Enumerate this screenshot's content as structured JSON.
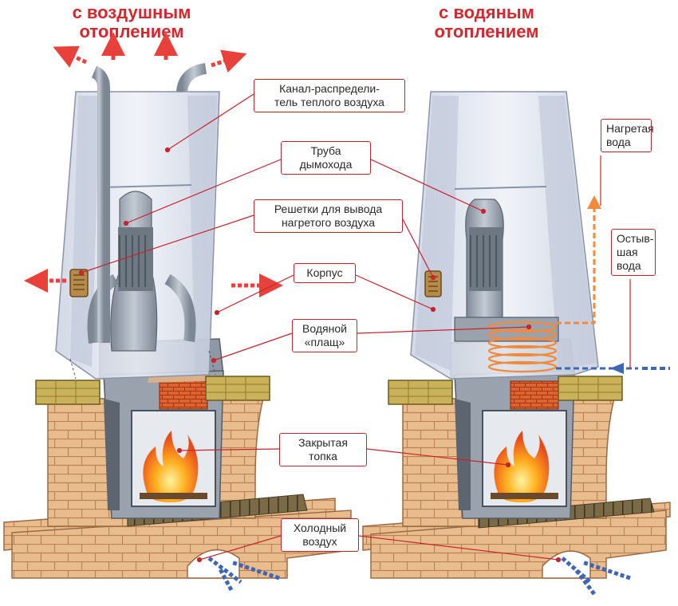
{
  "titles": {
    "air": "с воздушным\nотоплением",
    "water": "с водяным\nотоплением"
  },
  "labels": {
    "channel": "Канал-распредели-\nтель теплого воздуха",
    "chimney": "Труба\nдымохода",
    "grilles": "Решетки для вывода\nнагретого воздуха",
    "body": "Корпус",
    "water_jacket": "Водяной\n«плащ»",
    "firebox": "Закрытая\nтопка",
    "cold_air": "Холодный\nвоздух",
    "hot_water": "Нагретая\nвода",
    "cool_water": "Остыв-\nшая\nвода"
  },
  "colors": {
    "title": "#d9262c",
    "label_border": "#c8242c",
    "leader": "#c8242c",
    "hot_arrow": "#e8403a",
    "cold_arrow": "#3d66b5",
    "hot_water": "#f08a3c",
    "brick": "#e8b98a",
    "hood": "#dde3ef",
    "metal": "#8f99a6",
    "flame": "#f7931e",
    "beam": "#c9b25a"
  }
}
